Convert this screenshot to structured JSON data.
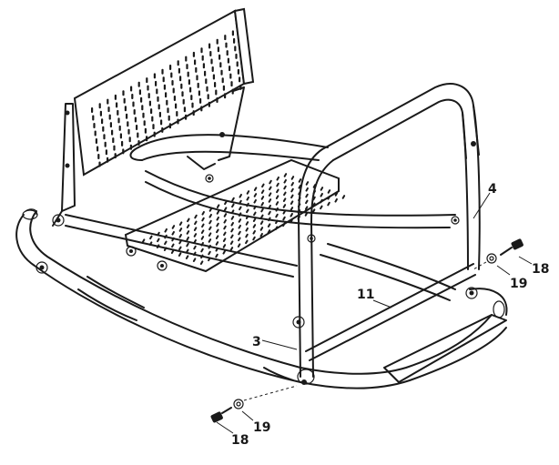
{
  "callouts": {
    "part_3": "3",
    "part_4": "4",
    "part_11": "11",
    "part_18_right": "18",
    "part_19_right": "19",
    "part_18_bottom": "18",
    "part_19_bottom": "19"
  },
  "colors": {
    "line": "#1a1a1a",
    "background": "#ffffff"
  }
}
